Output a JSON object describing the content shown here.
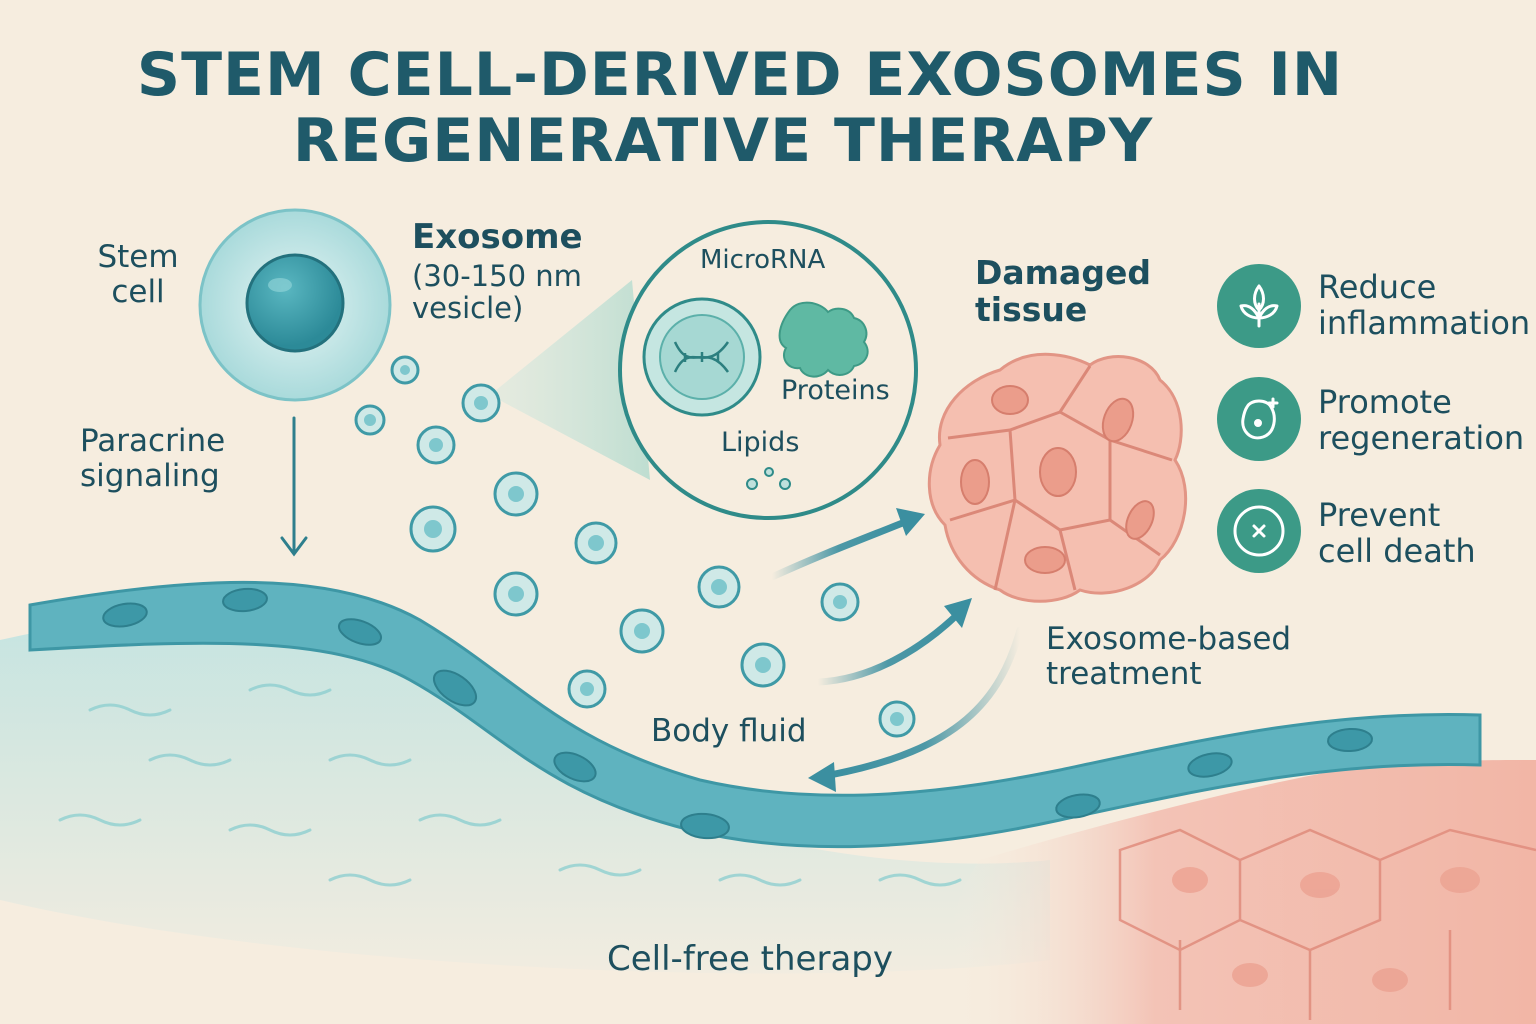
{
  "title": {
    "line1": "STEM CELL-DERIVED EXOSOMES IN",
    "line2": "REGENERATIVE THERAPY"
  },
  "labels": {
    "stem_cell": [
      "Stem",
      "cell"
    ],
    "exosome_title": "Exosome",
    "exosome_sub": [
      "(30-150 nm",
      "vesicle)"
    ],
    "microrna": "MicroRNA",
    "proteins": "Proteins",
    "lipids": "Lipids",
    "paracrine": [
      "Paracrine",
      "signaling"
    ],
    "damaged_tissue": [
      "Damaged",
      "tissue"
    ],
    "exosome_treatment": [
      "Exosome-based",
      "treatment"
    ],
    "body_fluid": "Body fluid",
    "cell_free": "Cell-free therapy"
  },
  "benefits": [
    {
      "icon": "leaf-icon",
      "lines": [
        "Reduce",
        "inflammation"
      ]
    },
    {
      "icon": "regenerating-cell-icon",
      "lines": [
        "Promote",
        "regeneration"
      ]
    },
    {
      "icon": "cancel-cell-icon",
      "lines": [
        "Prevent",
        "cell death"
      ]
    }
  ],
  "colors": {
    "background": "#f6eddf",
    "teal": "#3c9a87",
    "vessel": "#5fb3bf",
    "tissue": "#f0a897",
    "text": "#1d4f5e"
  }
}
